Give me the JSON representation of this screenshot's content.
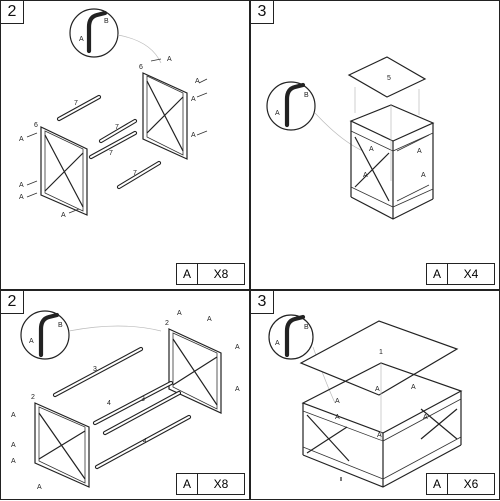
{
  "panels": [
    {
      "step": "2",
      "hw_letter": "A",
      "quantity": "X8",
      "tool_a": "A",
      "tool_b": "B",
      "bar_label": "7",
      "frame_label": "6",
      "screw": "A"
    },
    {
      "step": "3",
      "hw_letter": "A",
      "quantity": "X4",
      "tool_a": "A",
      "tool_b": "B",
      "top_label": "5",
      "screw": "A"
    },
    {
      "step": "2",
      "hw_letter": "A",
      "quantity": "X8",
      "tool_a": "A",
      "tool_b": "B",
      "bar_label_long": "3",
      "bar_label_short": "4",
      "frame_label": "2",
      "screw": "A"
    },
    {
      "step": "3",
      "hw_letter": "A",
      "quantity": "X6",
      "tool_a": "A",
      "tool_b": "B",
      "top_label": "1",
      "screw": "A"
    }
  ]
}
